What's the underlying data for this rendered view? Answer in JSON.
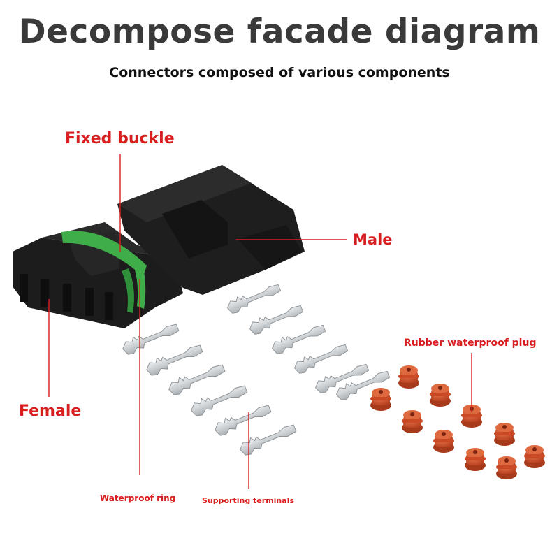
{
  "header": {
    "title": "Decompose facade diagram",
    "subtitle": "Connectors composed of various components"
  },
  "labels": {
    "fixed_buckle": "Fixed buckle",
    "male": "Male",
    "female": "Female",
    "rubber_plug": "Rubber waterproof plug",
    "waterproof_ring": "Waterproof ring",
    "supporting_terminals": "Supporting terminals"
  },
  "colors": {
    "title": "#3a3a3a",
    "label_red": "#d81e1e",
    "connector_body": "#1c1c1c",
    "seal_ring": "#3fae49",
    "terminal_metal": "#d9dcdf",
    "rubber_plug": "#d5532e"
  }
}
